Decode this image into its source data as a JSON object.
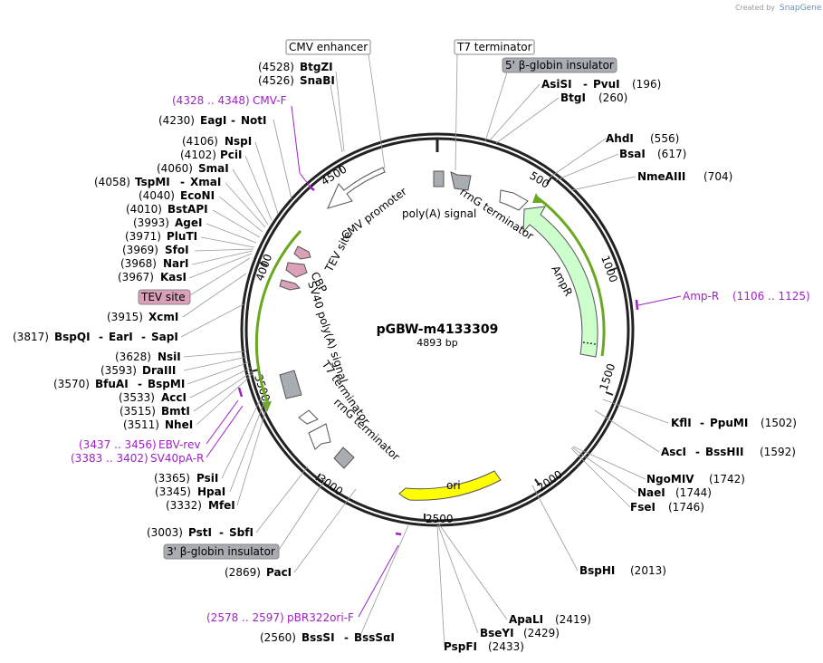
{
  "credit": {
    "prefix": "Created by",
    "brand": "SnapGene"
  },
  "plasmid": {
    "name": "pGBW-m4133309",
    "size": "4893 bp"
  },
  "ticks": [
    "500",
    "1000",
    "1500",
    "2000",
    "2500",
    "3000",
    "3500",
    "4000",
    "4500"
  ],
  "features": {
    "cmv_promoter": "CMV promoter",
    "polya_signal": "poly(A) signal",
    "rrng_terminator_top": "rrnG terminator",
    "ampr": "AmpR",
    "tev_site": "TEV site",
    "cbp": "CBP",
    "sv40": "SV40 poly(A) signal",
    "t7_terminator": "T7 terminator",
    "rrng_terminator_bottom": "rrnG terminator",
    "ori": "ori"
  },
  "boxed_labels": {
    "cmv_enhancer": "CMV enhancer",
    "t7_terminator": "T7 terminator",
    "beta_globin_5": "5' β-globin insulator",
    "tev_site": "TEV site",
    "beta_globin_3": "3' β-globin insulator"
  },
  "sites": [
    {
      "pos": "(4528)",
      "name": "BtgZI"
    },
    {
      "pos": "(4526)",
      "name": "SnaBI"
    },
    {
      "pos": "(4230)",
      "name": "EagI",
      "name2": "NotI"
    },
    {
      "pos": "(4106)",
      "name": "NspI"
    },
    {
      "pos": "(4102)",
      "name": "PciI"
    },
    {
      "pos": "(4060)",
      "name": "SmaI"
    },
    {
      "pos": "(4058)",
      "name": "TspMI",
      "name2": "XmaI"
    },
    {
      "pos": "(4040)",
      "name": "EcoNI"
    },
    {
      "pos": "(4010)",
      "name": "BstAPI"
    },
    {
      "pos": "(3993)",
      "name": "AgeI"
    },
    {
      "pos": "(3971)",
      "name": "PluTI"
    },
    {
      "pos": "(3969)",
      "name": "SfoI"
    },
    {
      "pos": "(3968)",
      "name": "NarI"
    },
    {
      "pos": "(3967)",
      "name": "KasI"
    },
    {
      "pos": "(3915)",
      "name": "XcmI"
    },
    {
      "pos": "(3817)",
      "name": "BspQI",
      "name2": "EarI",
      "name3": "SapI"
    },
    {
      "pos": "(3628)",
      "name": "NsiI"
    },
    {
      "pos": "(3593)",
      "name": "DraIII"
    },
    {
      "pos": "(3570)",
      "name": "BfuAI",
      "name2": "BspMI"
    },
    {
      "pos": "(3533)",
      "name": "AccI"
    },
    {
      "pos": "(3515)",
      "name": "BmtI"
    },
    {
      "pos": "(3511)",
      "name": "NheI"
    },
    {
      "pos": "(3365)",
      "name": "PsiI"
    },
    {
      "pos": "(3345)",
      "name": "HpaI"
    },
    {
      "pos": "(3332)",
      "name": "MfeI"
    },
    {
      "pos": "(3003)",
      "name": "PstI",
      "name2": "SbfI"
    },
    {
      "pos": "(2869)",
      "name": "PacI"
    },
    {
      "pos": "(2560)",
      "name": "BssSI",
      "name2": "BssSαI"
    },
    {
      "pos": "(196)",
      "name": "AsiSI",
      "name2": "PvuI"
    },
    {
      "pos": "(260)",
      "name": "BtgI"
    },
    {
      "pos": "(556)",
      "name": "AhdI"
    },
    {
      "pos": "(617)",
      "name": "BsaI"
    },
    {
      "pos": "(704)",
      "name": "NmeAIII"
    },
    {
      "pos": "(1502)",
      "name": "KflI",
      "name2": "PpuMI"
    },
    {
      "pos": "(1592)",
      "name": "AscI",
      "name2": "BssHII"
    },
    {
      "pos": "(1742)",
      "name": "NgoMIV"
    },
    {
      "pos": "(1744)",
      "name": "NaeI"
    },
    {
      "pos": "(1746)",
      "name": "FseI"
    },
    {
      "pos": "(2013)",
      "name": "BspHI"
    },
    {
      "pos": "(2419)",
      "name": "ApaLI"
    },
    {
      "pos": "(2429)",
      "name": "BseYI"
    },
    {
      "pos": "(2433)",
      "name": "PspFI"
    }
  ],
  "primers": [
    {
      "range": "(4328 .. 4348)",
      "name": "CMV-F"
    },
    {
      "range": "(1106 .. 1125)",
      "name": "Amp-R"
    },
    {
      "range": "(3437 .. 3456)",
      "name": "EBV-rev"
    },
    {
      "range": "(3383 .. 3402)",
      "name": "SV40pA-R"
    },
    {
      "range": "(2578 .. 2597)",
      "name": "pBR322ori-F"
    }
  ],
  "colors": {
    "primer": "#a020c8",
    "ampr_fill": "#ccffcc",
    "ori_fill": "#ffff00",
    "green_arrow": "#6aa820",
    "tev_fill": "#d9a0b8",
    "gray_fill": "#a9adb2"
  }
}
